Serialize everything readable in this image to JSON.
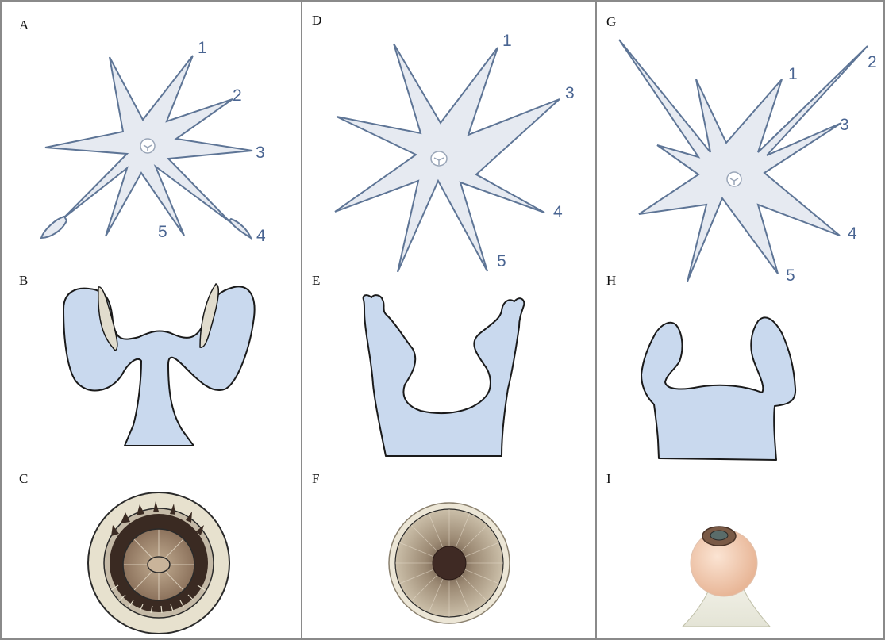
{
  "panels": [
    {
      "letter": "A"
    },
    {
      "letter": "B"
    },
    {
      "letter": "C"
    },
    {
      "letter": "D"
    },
    {
      "letter": "E"
    },
    {
      "letter": "F"
    },
    {
      "letter": "G"
    },
    {
      "letter": "H"
    },
    {
      "letter": "I"
    }
  ],
  "arm_numbers": {
    "A": [
      "1",
      "2",
      "3",
      "4",
      "5"
    ],
    "D": [
      "1",
      "3",
      "4",
      "5"
    ],
    "G": [
      "1",
      "2",
      "3",
      "4",
      "5"
    ]
  },
  "colors": {
    "star_fill": "#e6eaf1",
    "star_stroke": "#5e7596",
    "section_fill": "#c9d9ee",
    "outline": "#1a1a1a",
    "tooth_fill": "#e1dccd",
    "number": "#4a6592"
  }
}
